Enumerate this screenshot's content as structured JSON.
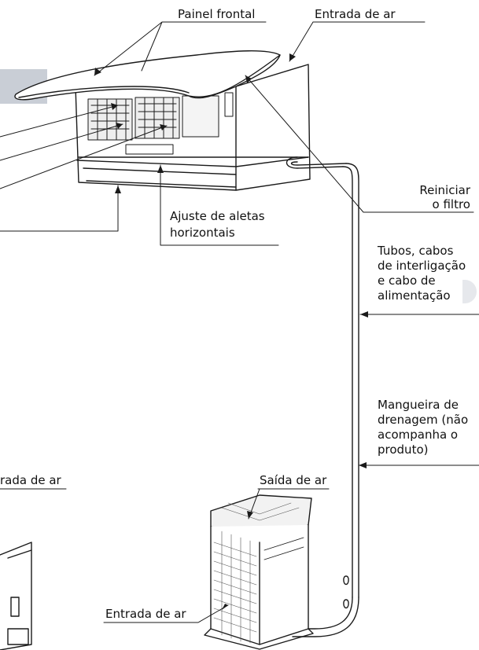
{
  "labels": {
    "painel_frontal": "Painel frontal",
    "entrada_de_ar_top": "Entrada de ar",
    "reiniciar": "Reiniciar",
    "o_filtro": "o filtro",
    "ajuste_line1": "Ajuste de aletas",
    "ajuste_line2": "horizontais",
    "tubos": [
      "Tubos, cabos",
      "de interligação",
      "e cabo de",
      "alimentação"
    ],
    "mangueira": [
      "Mangueira de",
      "drenagem (não",
      "acompanha o",
      "produto)"
    ],
    "saida_de_ar": "Saída de ar",
    "entrada_de_ar_bottom": "Entrada de ar",
    "entrada_de_ar_left": "rada de ar"
  },
  "colors": {
    "line": "#1a1a1a",
    "band": "#c9ced6",
    "unit_fill": "#ffffff",
    "mesh": "#555555"
  }
}
